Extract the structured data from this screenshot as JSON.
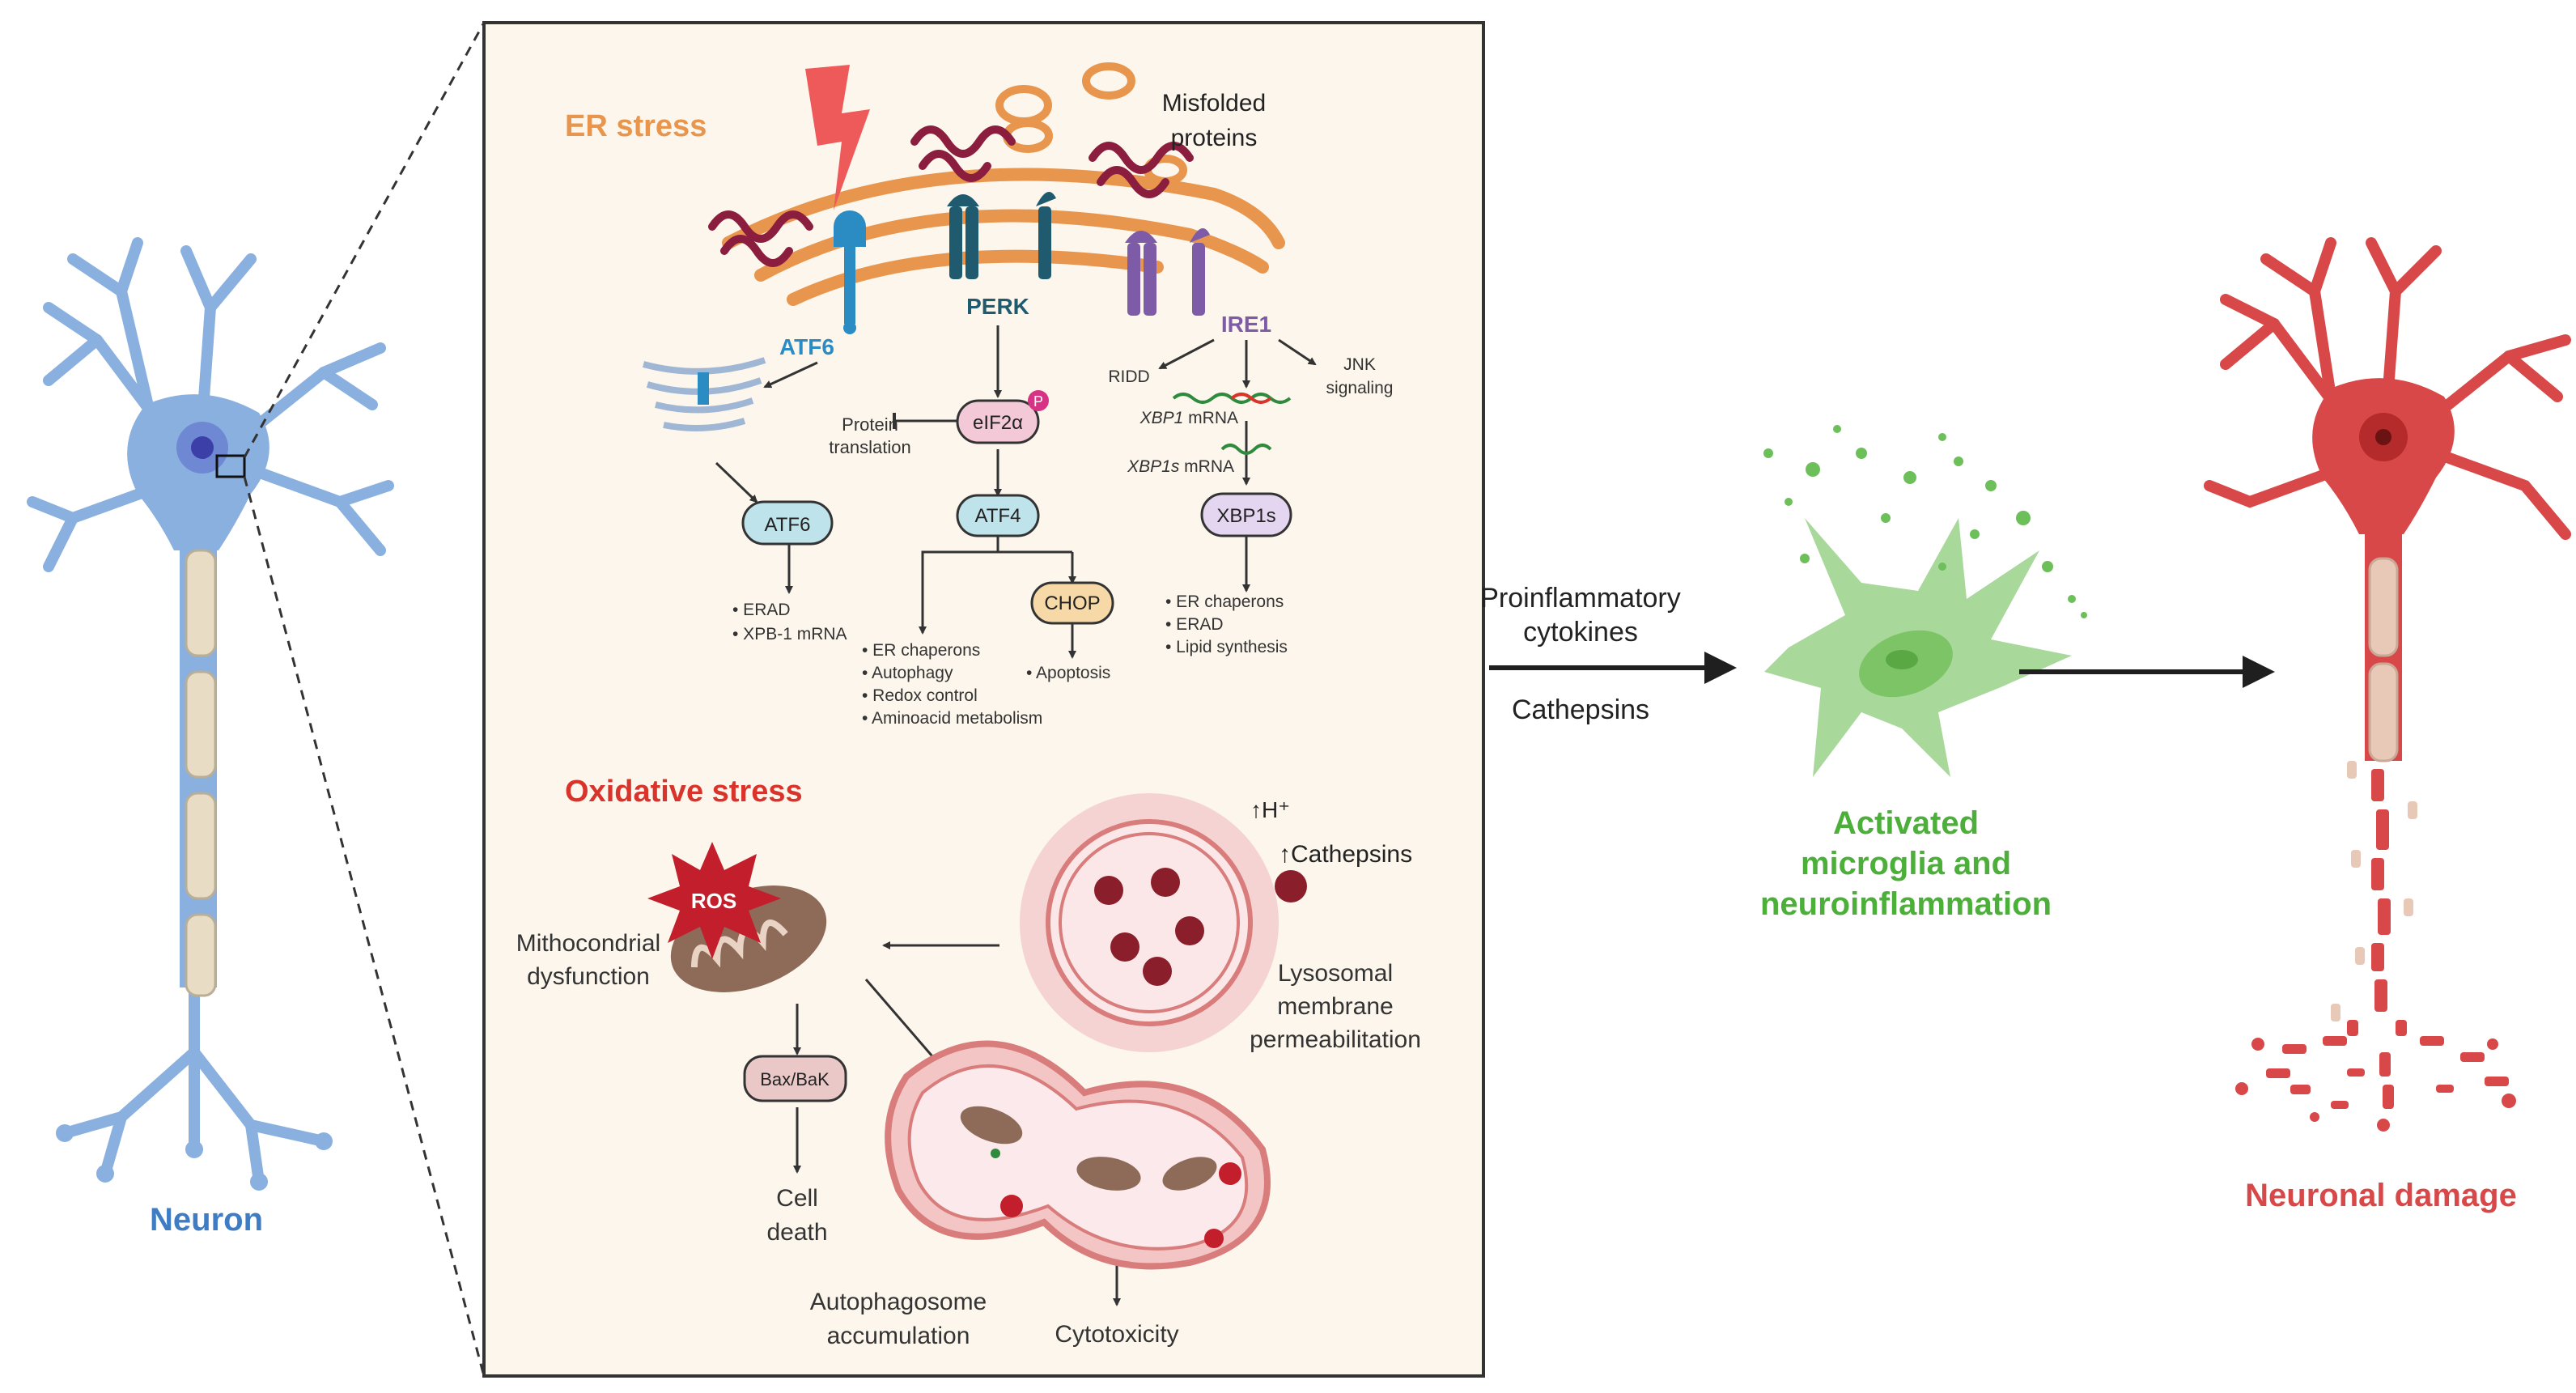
{
  "neuron": {
    "label": "Neuron"
  },
  "panel": {
    "er_title": "ER stress",
    "misfolded": [
      "Misfolded",
      "proteins"
    ],
    "atf6": "ATF6",
    "perk": "PERK",
    "ire1": "IRE1",
    "atf6_box": "ATF6",
    "atf6_out": [
      "• ERAD",
      "• XPB-1 mRNA"
    ],
    "protein_translation": [
      "Protein",
      "translation"
    ],
    "eif2a": "eIF2α",
    "p_badge": "P",
    "atf4": "ATF4",
    "chop": "CHOP",
    "atf4_out": [
      "• ER chaperons",
      "• Autophagy",
      "• Redox control",
      "• Aminoacid metabolism"
    ],
    "apoptosis": "• Apoptosis",
    "ridd": "RIDD",
    "jnk": [
      "JNK",
      "signaling"
    ],
    "xbp1_mrna": [
      "XBP1",
      " mRNA"
    ],
    "xbp1s_mrna": [
      "XBP1s",
      " mRNA"
    ],
    "xbp1s_box": "XBP1s",
    "xbp1s_out": [
      "• ER chaperons",
      "• ERAD",
      "• Lipid synthesis"
    ],
    "ox_title": "Oxidative stress",
    "ros": "ROS",
    "mito": [
      "Mithocondrial",
      "dysfunction"
    ],
    "h_plus": "H⁺",
    "cathepsins_up": "Cathepsins",
    "lysosomal": [
      "Lysosomal",
      "membrane",
      "permeabilitation"
    ],
    "baxbak": "Bax/BaK",
    "cell_death": [
      "Cell",
      "death"
    ],
    "autophagosome": [
      "Autophagosome",
      "accumulation"
    ],
    "cytotoxicity": "Cytotoxicity"
  },
  "middle": {
    "proinflammatory": [
      "Proinflammatory",
      "cytokines"
    ],
    "cathepsins": "Cathepsins",
    "microglia": [
      "Activated",
      "microglia and",
      "neuroinflammation"
    ]
  },
  "damage": {
    "label": "Neuronal damage"
  },
  "colors": {
    "neuron_blue": "#7FA8DC",
    "neuron_label": "#3E7CC4",
    "er_orange": "#E8964E",
    "ox_red": "#D9342B",
    "microglia_green": "#6DBF5A",
    "microglia_label": "#4CAF3A",
    "damage_red": "#D94848",
    "panel_bg": "#FDF6EC"
  }
}
